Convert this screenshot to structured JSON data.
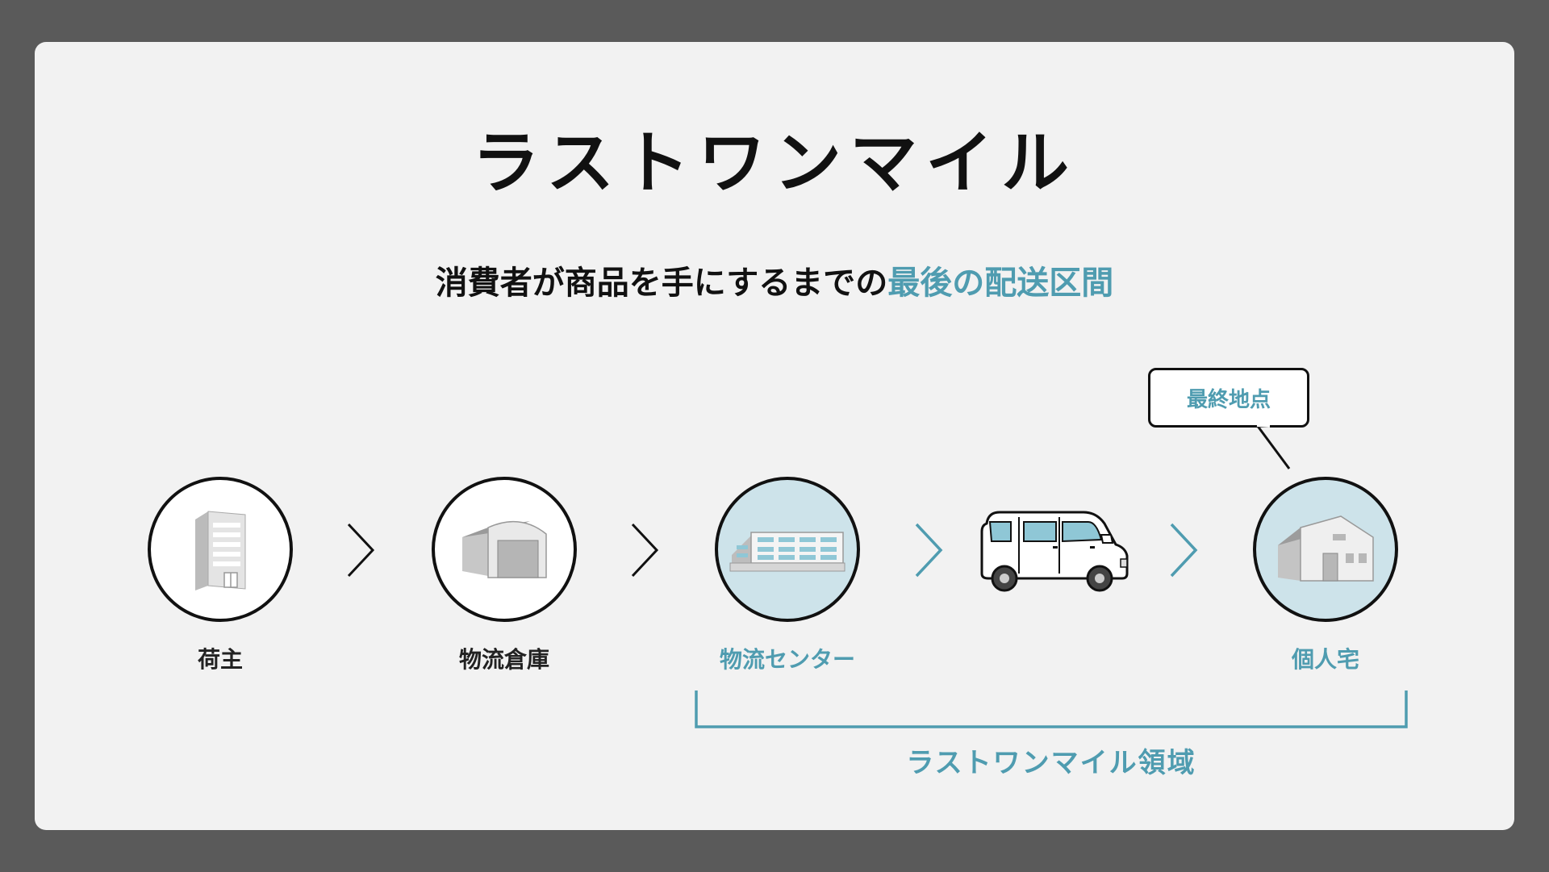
{
  "title": "ラストワンマイル",
  "subtitle": {
    "prefix": "消費者が商品を手にするまでの",
    "highlight": "最後の配送区間"
  },
  "flow": {
    "nodes": [
      {
        "label": "荷主",
        "icon": "office-building-icon",
        "highlighted": false
      },
      {
        "label": "物流倉庫",
        "icon": "warehouse-icon",
        "highlighted": false
      },
      {
        "label": "物流センター",
        "icon": "distribution-center-icon",
        "highlighted": true
      },
      {
        "label": "",
        "icon": "delivery-van-icon",
        "highlighted": true
      },
      {
        "label": "個人宅",
        "icon": "house-icon",
        "highlighted": true
      }
    ],
    "callout": "最終地点",
    "range_label": "ラストワンマイル領域"
  },
  "colors": {
    "accent": "#4f9cb0",
    "highlight_fill": "#cde3ea",
    "background": "#f2f2f2",
    "frame": "#5a5a5a"
  }
}
